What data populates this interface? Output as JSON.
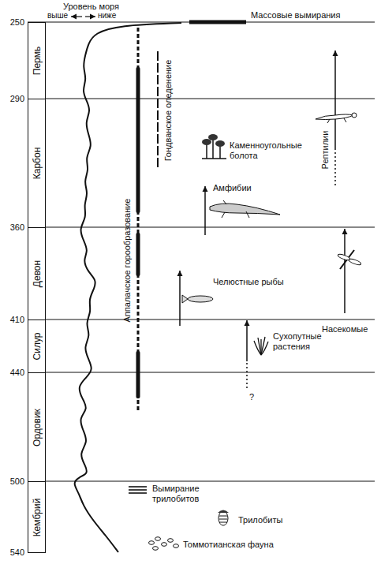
{
  "diagram": {
    "nodes": [
      {
        "text": [
          "Пермь"
        ]
      },
      {
        "text": [
          "Карбон"
        ]
      },
      {
        "text": [
          "Девон"
        ]
      },
      {
        "text": [
          "Силур"
        ]
      },
      {
        "text": [
          "Ордовик"
        ]
      },
      {
        "text": [
          "Кембрий"
        ]
      }
    ],
    "labels": [
      "Уровень моря",
      "выше",
      "ниже",
      "250",
      "290",
      "360",
      "410",
      "440",
      "500",
      "540",
      "Массовые вымирания",
      "Гондванское оледенение",
      "Аппалачское горообразование",
      "Каменноугольные болота",
      "Рептилии",
      "Амфибии",
      "Насекомые",
      "Челюстные рыбы",
      "Сухопутные растения",
      "?",
      "Вымирание трилобитов",
      "Трилобиты",
      "Томмотианская фауна"
    ]
  }
}
